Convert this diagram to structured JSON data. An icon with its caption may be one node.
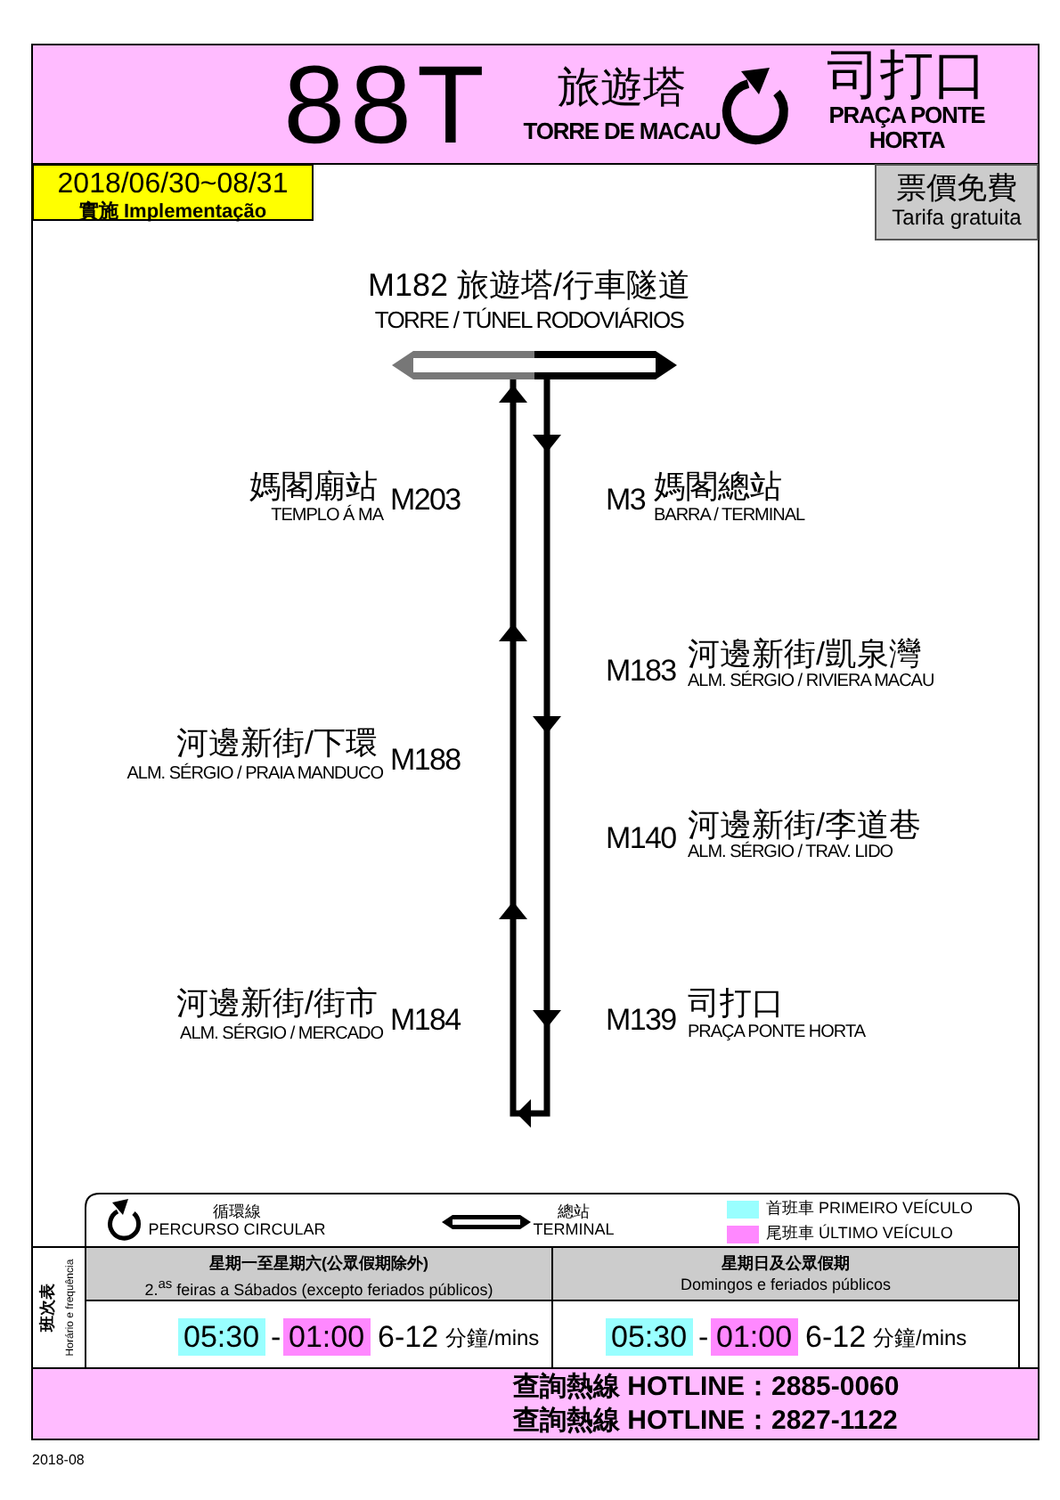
{
  "diagram": {
    "title": "88T",
    "nodes": [
      {
        "text": [
          "2018/06/30~08/31",
          "**實施** Implementação"
        ]
      },
      {
        "text": [
          "票價免費",
          "Tarifa gratuita"
        ]
      },
      {
        "text": [],
        "shape": "bar"
      }
    ],
    "edges": [
      {
        "from": 2,
        "to": 2,
        "arrow": "to"
      }
    ],
    "labels": [
      "旅遊塔",
      "TORRE DE MACAU",
      "司打口",
      "PRAÇA PONTE HORTA",
      "M182 旅遊塔/行車隧道",
      "TORRE / TÚNEL RODOVIÁRIOS",
      "媽閣廟站",
      "TEMPLO Á MA",
      "M203",
      "M3",
      "媽閣總站",
      "BARRA / TERMINAL",
      "M183",
      "河邊新街/凱泉灣",
      "ALM. SÉRGIO / RIVIERA MACAU",
      "河邊新街/下環",
      "ALM. SÉRGIO / PRAIA MANDUCO",
      "M188",
      "M140",
      "河邊新街/李道巷",
      "ALM. SÉRGIO / TRAV. LIDO",
      "河邊新街/街市",
      "ALM. SÉRGIO / MERCADO",
      "M184",
      "M139",
      "司打口",
      "PRAÇA PONTE HORTA",
      "班次表",
      "Horário e frequência",
      "星期一至星期六(公眾假期除外)",
      "2.$^{as}$ feiras a Sábados (excepto feriados públicos)",
      "星期日及公眾假期",
      "Domingos e feriados públicos",
      "05:30",
      "-",
      "01:00",
      "6-12",
      "分鐘/mins",
      "05:30",
      "-",
      "01:00",
      "6-12",
      "分鐘/mins",
      "查詢熱線 HOTLINE：2885-0060",
      "查詢熱線 HOTLINE：2827-1122",
      "2018-08"
    ],
    "legend": [
      {
        "text": "循環線 PERCURSO CIRCULAR"
      },
      {
        "text": "總站 TERMINAL"
      },
      {
        "text": "首班車 PRIMEIRO VEÍCULO",
        "color": "#99ffff"
      },
      {
        "text": "尾班車 ÚLTIMO VEÍCULO",
        "color": "#ff88ff"
      }
    ]
  }
}
